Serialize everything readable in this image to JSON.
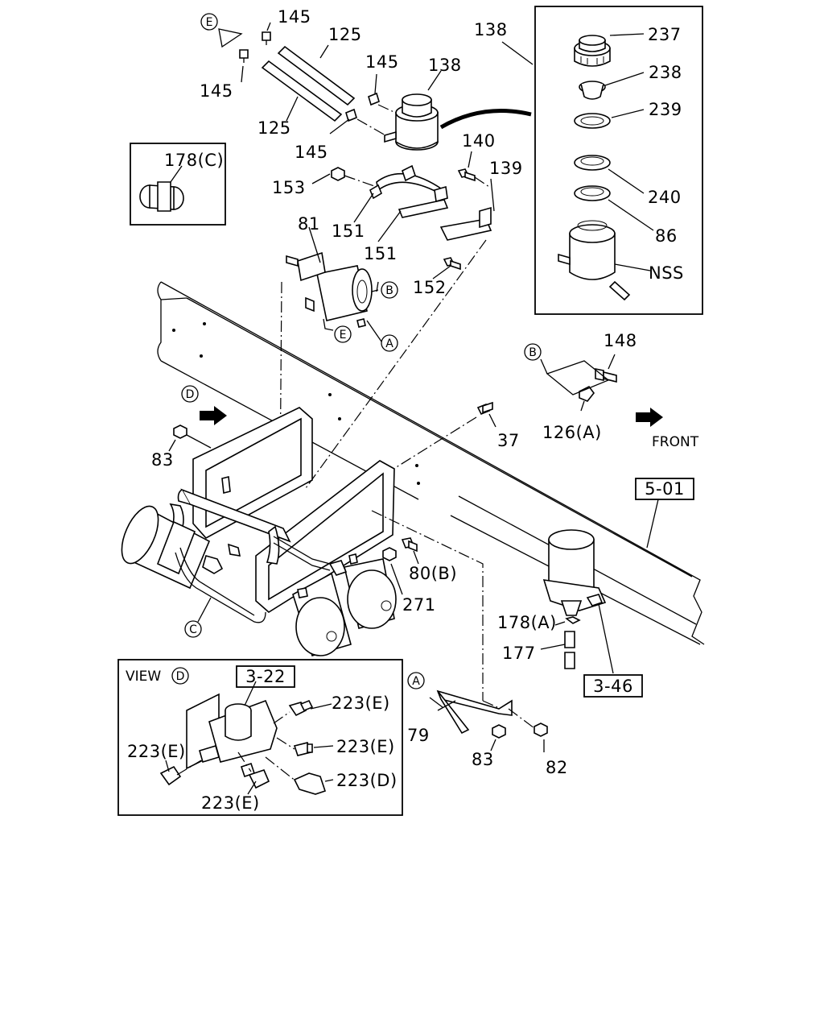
{
  "labels": {
    "l145a": "145",
    "l145b": "145",
    "l145c": "145",
    "l145d": "145",
    "l125a": "125",
    "l125b": "125",
    "l138a": "138",
    "l138b": "138",
    "l237": "237",
    "l238": "238",
    "l239": "239",
    "l240": "240",
    "l86": "86",
    "lNSS": "NSS",
    "l178c": "178(C)",
    "l153": "153",
    "l140": "140",
    "l139": "139",
    "l151a": "151",
    "l151b": "151",
    "l81": "81",
    "l152": "152",
    "l148": "148",
    "l126a": "126(A)",
    "lfront": "FRONT",
    "l37": "37",
    "l83a": "83",
    "l83b": "83",
    "l80b": "80(B)",
    "l271": "271",
    "l178a": "178(A)",
    "l177": "177",
    "l79": "79",
    "l82": "82",
    "lview": "VIEW",
    "l223e1": "223(E)",
    "l223e2": "223(E)",
    "l223e3": "223(E)",
    "l223e4": "223(E)",
    "l223d": "223(D)"
  },
  "callouts": {
    "cE1": "E",
    "cE2": "E",
    "cB1": "B",
    "cB2": "B",
    "cA1": "A",
    "cA2": "A",
    "cC": "C",
    "cD1": "D",
    "cD2": "D"
  },
  "refs": {
    "r501": "5-01",
    "r346": "3-46",
    "r322": "3-22"
  }
}
